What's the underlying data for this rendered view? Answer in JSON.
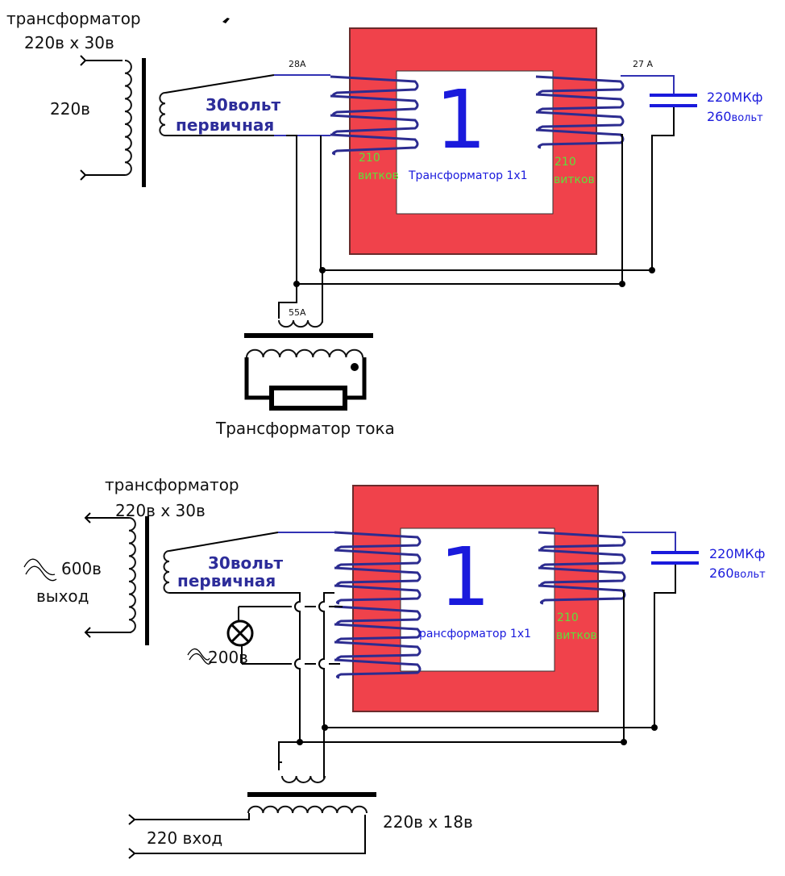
{
  "colors": {
    "core": "#f0424b",
    "core_border": "#6b2b2b",
    "winding": "#2c2c90",
    "label_blue": "#1a1adc",
    "label_green": "#5fe03a"
  },
  "top": {
    "source_title": "трансформатор",
    "source_rating": "220в х 30в",
    "primary_voltage": "220в",
    "secondary_voltage": "30вольт",
    "secondary_label": "первичная",
    "current_left": "28А",
    "current_right": "27 А",
    "core_number": "1",
    "core_label": "Трансформатор 1х1",
    "turns_left_count": "210",
    "turns_left_unit": "витков",
    "turns_right_count": "210",
    "turns_right_unit": "витков",
    "cap_value": "220МКф",
    "cap_voltage_num": "260",
    "cap_voltage_unit": "вольт",
    "ct_current": "55А",
    "ct_label": "Трансформатор тока"
  },
  "bottom": {
    "source_title": "трансформатор",
    "source_rating": "220в х 30в",
    "output_voltage": "600в",
    "output_label": "выход",
    "secondary_voltage": "30вольт",
    "secondary_label": "первичная",
    "lamp_voltage": "200в",
    "core_number": "1",
    "core_label": "рансформатор 1х1",
    "turns_right_count": "210",
    "turns_right_unit": "витков",
    "cap_value": "220МКф",
    "cap_voltage_num": "260",
    "cap_voltage_unit": "вольт",
    "input_label": "220 вход",
    "supply_rating": "220в х 18в"
  }
}
